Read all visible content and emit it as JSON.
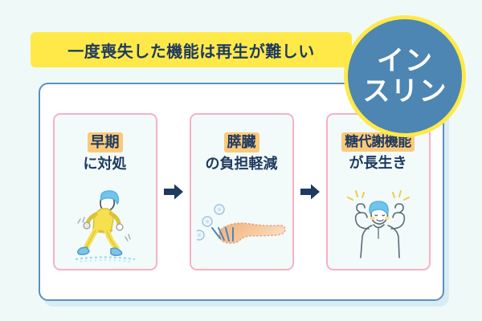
{
  "colors": {
    "page_background": "#effaf8",
    "banner_yellow": "#ffe949",
    "badge_blue": "#4d86b2",
    "card_border_blue": "#5b90bf",
    "panel_border_pink": "#f9b0c2",
    "highlight_orange": "#fbc97a",
    "text_navy": "#1f3a60",
    "arrow_navy": "#1f3a60"
  },
  "banner": {
    "text": "一度喪失した機能は再生が難しい"
  },
  "badge": {
    "line1": "イン",
    "line2": "スリン"
  },
  "panels": [
    {
      "highlight": "早期",
      "subtitle": "に対処",
      "illustration": "walking-person-illustration"
    },
    {
      "highlight": "膵臓",
      "subtitle": "の負担軽減",
      "illustration": "pancreas-illustration"
    },
    {
      "highlight": "糖代謝機能",
      "subtitle": "が長生き",
      "illustration": "flexing-person-illustration"
    }
  ],
  "arrows": [
    {
      "name": "arrow-right-icon"
    },
    {
      "name": "arrow-right-icon"
    }
  ]
}
